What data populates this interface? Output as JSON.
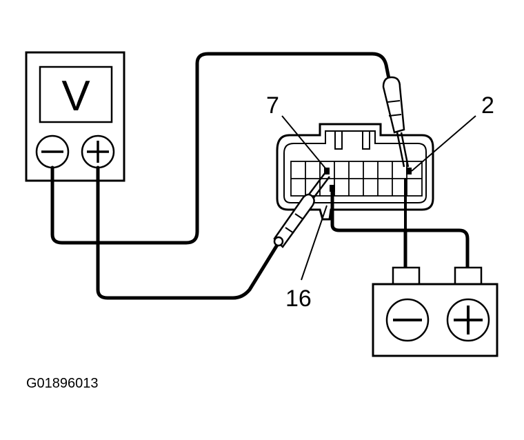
{
  "voltmeter": {
    "display": "V",
    "negative_terminal": "negative",
    "positive_terminal": "positive"
  },
  "connector": {
    "pin_labels": {
      "pin7": "7",
      "pin2": "2",
      "pin16": "16"
    }
  },
  "battery": {
    "negative_terminal": "negative",
    "positive_terminal": "positive"
  },
  "figure_id": "G01896013",
  "colors": {
    "ink": "#000000",
    "background": "#ffffff"
  }
}
